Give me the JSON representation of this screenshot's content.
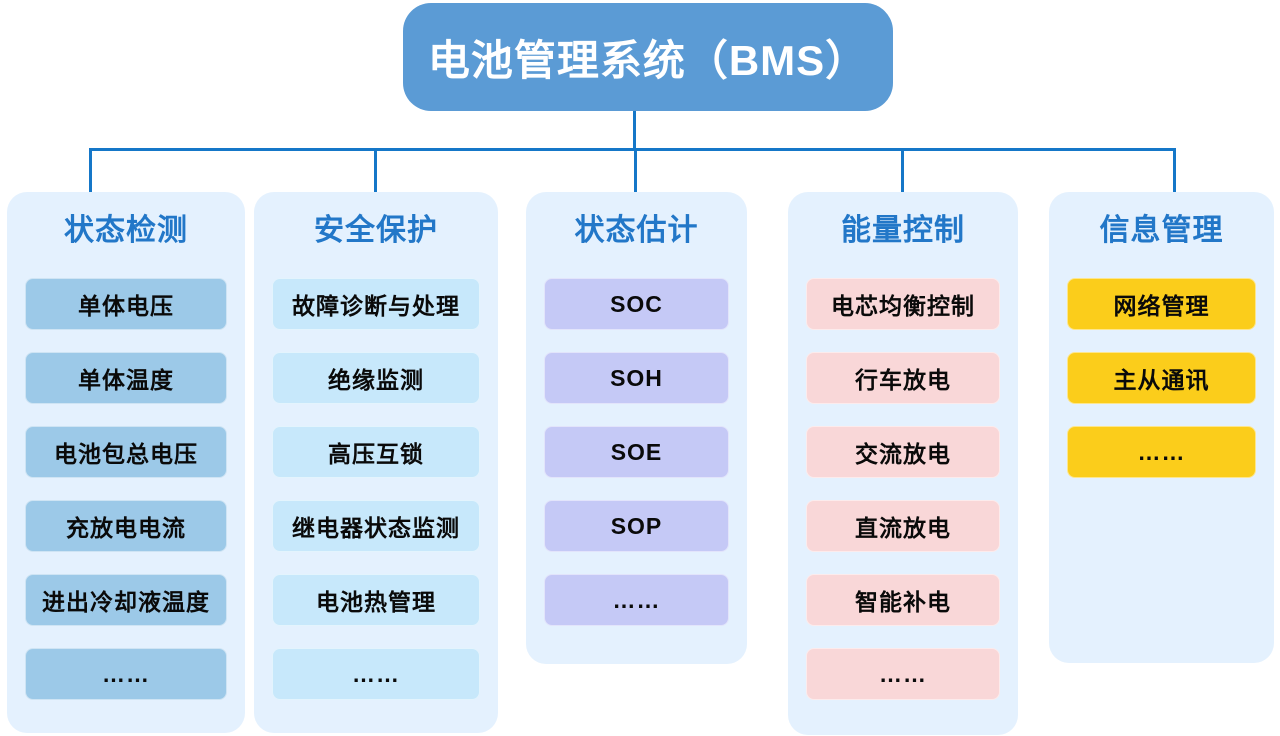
{
  "title": "电池管理系统（BMS）",
  "colors": {
    "title_bg": "#5B9BD5",
    "title_text": "#FFFFFF",
    "connector": "#1577C8",
    "header_text": "#2277C8",
    "panel_bg": "#E4F1FE",
    "item_text": "#0A0A0A",
    "col1_item_bg": "#9CC9E8",
    "col2_item_bg": "#C7E8FB",
    "col3_item_bg": "#C5C9F6",
    "col4_item_bg": "#F9D7D8",
    "col5_item_bg": "#FBCD1B"
  },
  "columns": [
    {
      "header": "状态检测",
      "items": [
        "单体电压",
        "单体温度",
        "电池包总电压",
        "充放电电流",
        "进出冷却液温度",
        "……"
      ]
    },
    {
      "header": "安全保护",
      "items": [
        "故障诊断与处理",
        "绝缘监测",
        "高压互锁",
        "继电器状态监测",
        "电池热管理",
        "……"
      ]
    },
    {
      "header": "状态估计",
      "items": [
        "SOC",
        "SOH",
        "SOE",
        "SOP",
        "……"
      ]
    },
    {
      "header": "能量控制",
      "items": [
        "电芯均衡控制",
        "行车放电",
        "交流放电",
        "直流放电",
        "智能补电",
        "……"
      ]
    },
    {
      "header": "信息管理",
      "items": [
        "网络管理",
        "主从通讯",
        "……"
      ]
    }
  ]
}
